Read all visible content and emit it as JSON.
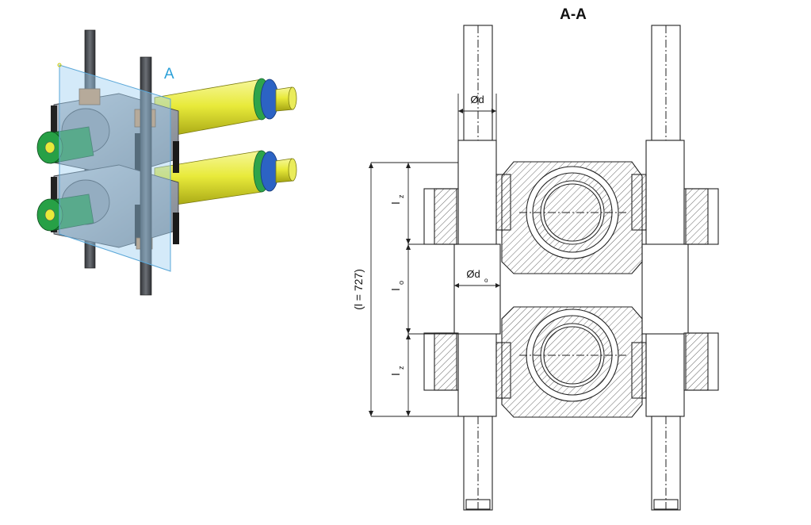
{
  "section": {
    "title": "A-A",
    "plane_label": "A"
  },
  "dimensions": {
    "shaft_diameter": "Ød",
    "bore_diameter_main": "Ød",
    "bore_diameter_sub": "o",
    "length_total": "(l = 727)",
    "length_z_top_main": "l",
    "length_z_top_sub": "z",
    "length_o_main": "l",
    "length_o_sub": "o",
    "length_z_bottom_main": "l",
    "length_z_bottom_sub": "z"
  },
  "colors": {
    "body": "#9aa0a8",
    "cylinder": "#e8ea3a",
    "cylinder_shade": "#b8b817",
    "ring_blue": "#2c63c4",
    "ring_green": "#2ea44a",
    "nozzle_green": "#1f8a3a",
    "shaft_dark": "#4a4d52",
    "bronze": "#c98a52",
    "plane": "#9fd0f2",
    "plane_label": "#2aa0d8"
  }
}
